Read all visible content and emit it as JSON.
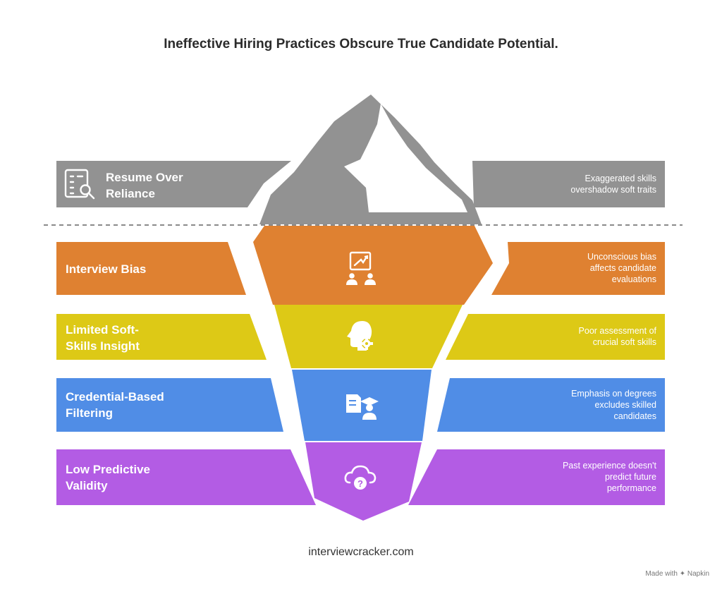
{
  "title": "Ineffective Hiring Practices Obscure True Candidate Potential.",
  "colors": {
    "gray": "#929292",
    "orange": "#DF8131",
    "yellow": "#DDC916",
    "blue": "#508DE6",
    "purple": "#B35CE4",
    "separator": "#444444"
  },
  "layers": [
    {
      "label_lines": [
        "Resume Over",
        "Reliance"
      ],
      "desc_lines": [
        "Exaggerated skills",
        "overshadow soft traits"
      ],
      "icon": "resume-search-icon",
      "color": "gray"
    },
    {
      "label_lines": [
        "Interview Bias"
      ],
      "desc_lines": [
        "Unconscious bias",
        "affects candidate",
        "evaluations"
      ],
      "icon": "presentation-people-icon",
      "color": "orange"
    },
    {
      "label_lines": [
        "Limited Soft-",
        "Skills Insight"
      ],
      "desc_lines": [
        "Poor assessment of",
        "crucial soft skills"
      ],
      "icon": "head-gear-icon",
      "color": "yellow"
    },
    {
      "label_lines": [
        "Credential-Based",
        "Filtering"
      ],
      "desc_lines": [
        "Emphasis on degrees",
        "excludes skilled",
        "candidates"
      ],
      "icon": "graduate-document-icon",
      "color": "blue"
    },
    {
      "label_lines": [
        "Low Predictive",
        "Validity"
      ],
      "desc_lines": [
        "Past experience doesn't",
        "predict future",
        "performance"
      ],
      "icon": "cloud-question-icon",
      "color": "purple"
    }
  ],
  "footer": "interviewcracker.com",
  "attribution": "Made with ✦ Napkin"
}
